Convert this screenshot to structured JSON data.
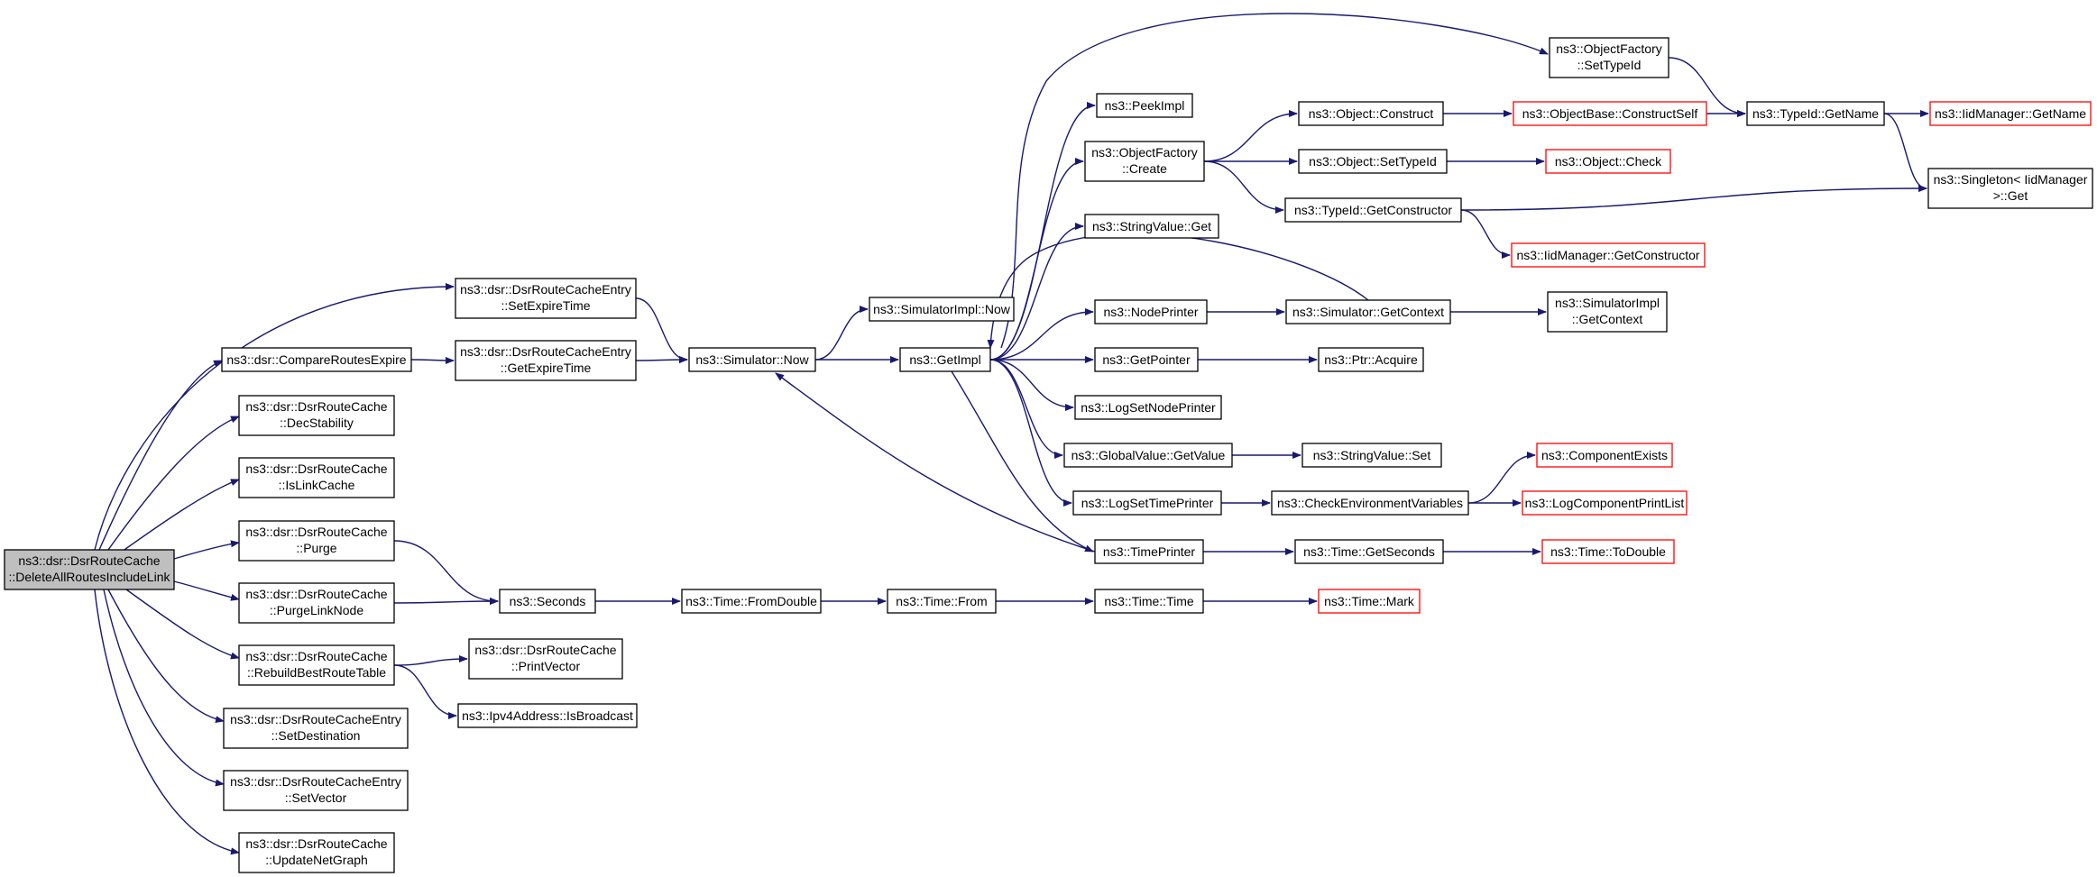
{
  "colors": {
    "edge": "#191970",
    "normal_border": "#000000",
    "missing_border": "#ff0000",
    "root_fill": "#bfbfbf"
  },
  "nodes": [
    {
      "id": "root",
      "lines": [
        "ns3::dsr::DsrRouteCache",
        "::DeleteAllRoutesIncludeLink"
      ],
      "kind": "root"
    },
    {
      "id": "n_setexpire",
      "lines": [
        "ns3::dsr::DsrRouteCacheEntry",
        "::SetExpireTime"
      ],
      "kind": "normal"
    },
    {
      "id": "n_compare",
      "lines": [
        "ns3::dsr::CompareRoutesExpire"
      ],
      "kind": "normal"
    },
    {
      "id": "n_getexpire",
      "lines": [
        "ns3::dsr::DsrRouteCacheEntry",
        "::GetExpireTime"
      ],
      "kind": "normal"
    },
    {
      "id": "n_decstab",
      "lines": [
        "ns3::dsr::DsrRouteCache",
        "::DecStability"
      ],
      "kind": "normal"
    },
    {
      "id": "n_islink",
      "lines": [
        "ns3::dsr::DsrRouteCache",
        "::IsLinkCache"
      ],
      "kind": "normal"
    },
    {
      "id": "n_purge",
      "lines": [
        "ns3::dsr::DsrRouteCache",
        "::Purge"
      ],
      "kind": "normal"
    },
    {
      "id": "n_purgelink",
      "lines": [
        "ns3::dsr::DsrRouteCache",
        "::PurgeLinkNode"
      ],
      "kind": "normal"
    },
    {
      "id": "n_rebuild",
      "lines": [
        "ns3::dsr::DsrRouteCache",
        "::RebuildBestRouteTable"
      ],
      "kind": "normal"
    },
    {
      "id": "n_setdest",
      "lines": [
        "ns3::dsr::DsrRouteCacheEntry",
        "::SetDestination"
      ],
      "kind": "normal"
    },
    {
      "id": "n_setvector",
      "lines": [
        "ns3::dsr::DsrRouteCacheEntry",
        "::SetVector"
      ],
      "kind": "normal"
    },
    {
      "id": "n_updatenet",
      "lines": [
        "ns3::dsr::DsrRouteCache",
        "::UpdateNetGraph"
      ],
      "kind": "normal"
    },
    {
      "id": "n_simnow",
      "lines": [
        "ns3::Simulator::Now"
      ],
      "kind": "normal"
    },
    {
      "id": "n_seconds",
      "lines": [
        "ns3::Seconds"
      ],
      "kind": "normal"
    },
    {
      "id": "n_printvec",
      "lines": [
        "ns3::dsr::DsrRouteCache",
        "::PrintVector"
      ],
      "kind": "normal"
    },
    {
      "id": "n_isbroad",
      "lines": [
        "ns3::Ipv4Address::IsBroadcast"
      ],
      "kind": "normal"
    },
    {
      "id": "n_simimplnow",
      "lines": [
        "ns3::SimulatorImpl::Now"
      ],
      "kind": "normal"
    },
    {
      "id": "n_getimpl",
      "lines": [
        "ns3::GetImpl"
      ],
      "kind": "normal"
    },
    {
      "id": "n_fromdouble",
      "lines": [
        "ns3::Time::FromDouble"
      ],
      "kind": "normal"
    },
    {
      "id": "n_from",
      "lines": [
        "ns3::Time::From"
      ],
      "kind": "normal"
    },
    {
      "id": "n_peekimpl",
      "lines": [
        "ns3::PeekImpl"
      ],
      "kind": "normal"
    },
    {
      "id": "n_ofcreate",
      "lines": [
        "ns3::ObjectFactory",
        "::Create"
      ],
      "kind": "normal"
    },
    {
      "id": "n_svget",
      "lines": [
        "ns3::StringValue::Get"
      ],
      "kind": "normal"
    },
    {
      "id": "n_nodeprinter",
      "lines": [
        "ns3::NodePrinter"
      ],
      "kind": "normal"
    },
    {
      "id": "n_getpointer",
      "lines": [
        "ns3::GetPointer"
      ],
      "kind": "normal"
    },
    {
      "id": "n_logsetnode",
      "lines": [
        "ns3::LogSetNodePrinter"
      ],
      "kind": "normal"
    },
    {
      "id": "n_gvgetvalue",
      "lines": [
        "ns3::GlobalValue::GetValue"
      ],
      "kind": "normal"
    },
    {
      "id": "n_logsettime",
      "lines": [
        "ns3::LogSetTimePrinter"
      ],
      "kind": "normal"
    },
    {
      "id": "n_timeprinter",
      "lines": [
        "ns3::TimePrinter"
      ],
      "kind": "normal"
    },
    {
      "id": "n_timetime",
      "lines": [
        "ns3::Time::Time"
      ],
      "kind": "normal"
    },
    {
      "id": "n_ofsettype",
      "lines": [
        "ns3::ObjectFactory",
        "::SetTypeId"
      ],
      "kind": "normal"
    },
    {
      "id": "n_objconstruct",
      "lines": [
        "ns3::Object::Construct"
      ],
      "kind": "normal"
    },
    {
      "id": "n_objsettype",
      "lines": [
        "ns3::Object::SetTypeId"
      ],
      "kind": "normal"
    },
    {
      "id": "n_getconstructor",
      "lines": [
        "ns3::TypeId::GetConstructor"
      ],
      "kind": "normal"
    },
    {
      "id": "n_simgetctx",
      "lines": [
        "ns3::Simulator::GetContext"
      ],
      "kind": "normal"
    },
    {
      "id": "n_ptracquire",
      "lines": [
        "ns3::Ptr::Acquire"
      ],
      "kind": "normal"
    },
    {
      "id": "n_svset",
      "lines": [
        "ns3::StringValue::Set"
      ],
      "kind": "normal"
    },
    {
      "id": "n_checkenv",
      "lines": [
        "ns3::CheckEnvironmentVariables"
      ],
      "kind": "normal"
    },
    {
      "id": "n_getseconds",
      "lines": [
        "ns3::Time::GetSeconds"
      ],
      "kind": "normal"
    },
    {
      "id": "n_timemark",
      "lines": [
        "ns3::Time::Mark"
      ],
      "kind": "missing"
    },
    {
      "id": "n_obconstructself",
      "lines": [
        "ns3::ObjectBase::ConstructSelf"
      ],
      "kind": "missing"
    },
    {
      "id": "n_objcheck",
      "lines": [
        "ns3::Object::Check"
      ],
      "kind": "missing"
    },
    {
      "id": "n_iidgetconstructor",
      "lines": [
        "ns3::IidManager::GetConstructor"
      ],
      "kind": "missing"
    },
    {
      "id": "n_simimplctx",
      "lines": [
        "ns3::SimulatorImpl",
        "::GetContext"
      ],
      "kind": "normal"
    },
    {
      "id": "n_compexists",
      "lines": [
        "ns3::ComponentExists"
      ],
      "kind": "missing"
    },
    {
      "id": "n_logcompprint",
      "lines": [
        "ns3::LogComponentPrintList"
      ],
      "kind": "missing"
    },
    {
      "id": "n_todouble",
      "lines": [
        "ns3::Time::ToDouble"
      ],
      "kind": "missing"
    },
    {
      "id": "n_typegetname",
      "lines": [
        "ns3::TypeId::GetName"
      ],
      "kind": "normal"
    },
    {
      "id": "n_iidgetname",
      "lines": [
        "ns3::IidManager::GetName"
      ],
      "kind": "missing"
    },
    {
      "id": "n_singleton",
      "lines": [
        "ns3::Singleton< IidManager",
        ">::Get"
      ],
      "kind": "normal"
    }
  ],
  "edges": [
    [
      "root",
      "n_setexpire"
    ],
    [
      "root",
      "n_compare"
    ],
    [
      "root",
      "n_decstab"
    ],
    [
      "root",
      "n_islink"
    ],
    [
      "root",
      "n_purge"
    ],
    [
      "root",
      "n_purgelink"
    ],
    [
      "root",
      "n_rebuild"
    ],
    [
      "root",
      "n_setdest"
    ],
    [
      "root",
      "n_setvector"
    ],
    [
      "root",
      "n_updatenet"
    ],
    [
      "n_compare",
      "n_getexpire"
    ],
    [
      "n_setexpire",
      "n_simnow"
    ],
    [
      "n_getexpire",
      "n_simnow"
    ],
    [
      "n_purge",
      "n_seconds"
    ],
    [
      "n_purgelink",
      "n_seconds"
    ],
    [
      "n_rebuild",
      "n_printvec"
    ],
    [
      "n_rebuild",
      "n_isbroad"
    ],
    [
      "n_simnow",
      "n_simimplnow"
    ],
    [
      "n_simnow",
      "n_getimpl"
    ],
    [
      "n_seconds",
      "n_fromdouble"
    ],
    [
      "n_fromdouble",
      "n_from"
    ],
    [
      "n_from",
      "n_timetime"
    ],
    [
      "n_timetime",
      "n_timemark"
    ],
    [
      "n_getimpl",
      "n_peekimpl"
    ],
    [
      "n_getimpl",
      "n_ofcreate"
    ],
    [
      "n_getimpl",
      "n_svget"
    ],
    [
      "n_getimpl",
      "n_nodeprinter"
    ],
    [
      "n_getimpl",
      "n_getpointer"
    ],
    [
      "n_getimpl",
      "n_logsetnode"
    ],
    [
      "n_getimpl",
      "n_gvgetvalue"
    ],
    [
      "n_getimpl",
      "n_logsettime"
    ],
    [
      "n_getimpl",
      "n_timeprinter"
    ],
    [
      "n_getimpl",
      "n_ofsettype"
    ],
    [
      "n_ofcreate",
      "n_objconstruct"
    ],
    [
      "n_ofcreate",
      "n_objsettype"
    ],
    [
      "n_ofcreate",
      "n_getconstructor"
    ],
    [
      "n_ofsettype",
      "n_typegetname"
    ],
    [
      "n_objconstruct",
      "n_obconstructself"
    ],
    [
      "n_obconstructself",
      "n_typegetname"
    ],
    [
      "n_objsettype",
      "n_objcheck"
    ],
    [
      "n_getconstructor",
      "n_singleton"
    ],
    [
      "n_getconstructor",
      "n_iidgetconstructor"
    ],
    [
      "n_nodeprinter",
      "n_simgetctx"
    ],
    [
      "n_simgetctx",
      "n_getimpl"
    ],
    [
      "n_simgetctx",
      "n_simimplctx"
    ],
    [
      "n_getpointer",
      "n_ptracquire"
    ],
    [
      "n_gvgetvalue",
      "n_svset"
    ],
    [
      "n_logsettime",
      "n_checkenv"
    ],
    [
      "n_checkenv",
      "n_compexists"
    ],
    [
      "n_checkenv",
      "n_logcompprint"
    ],
    [
      "n_timeprinter",
      "n_getseconds"
    ],
    [
      "n_timeprinter",
      "n_simnow"
    ],
    [
      "n_getseconds",
      "n_todouble"
    ],
    [
      "n_typegetname",
      "n_iidgetname"
    ],
    [
      "n_typegetname",
      "n_singleton"
    ]
  ]
}
